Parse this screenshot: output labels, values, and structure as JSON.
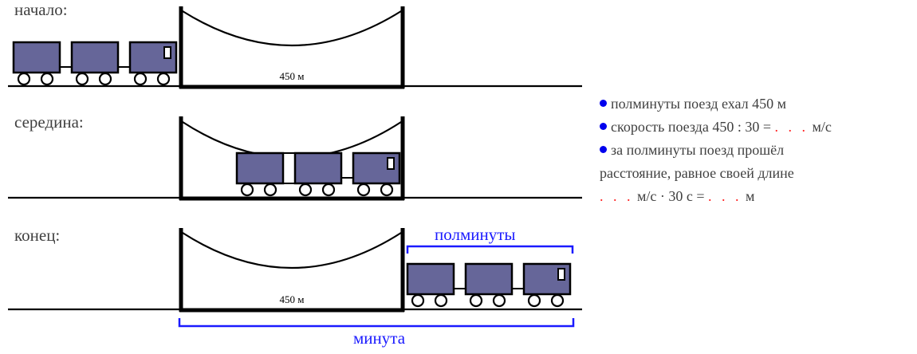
{
  "stages": [
    {
      "id": "start",
      "label": "начало:",
      "bridge_length_label": "450 м"
    },
    {
      "id": "middle",
      "label": "середина:"
    },
    {
      "id": "end",
      "label": "конец:",
      "bridge_length_label": "450 м"
    }
  ],
  "brackets": {
    "half_minute": "полминуты",
    "minute": "минута"
  },
  "notes": {
    "line1": "полминуты поезд ехал 450 м",
    "line2_prefix": "скорость поезда 450 : 30 = ",
    "line2_blank": ". . .",
    "line2_suffix": " м/с",
    "line3": "за полминуты поезд прошёл",
    "line4": "расстояние, равное своей длине",
    "line5_blank1": ". . .",
    "line5_mid": " м/с · 30 с = ",
    "line5_blank2": ". . .",
    "line5_suffix": " м"
  },
  "colors": {
    "car_fill": "#666699",
    "accent_blue": "#1a1aff",
    "blank_red": "#ff2020",
    "text_gray": "#404040"
  }
}
